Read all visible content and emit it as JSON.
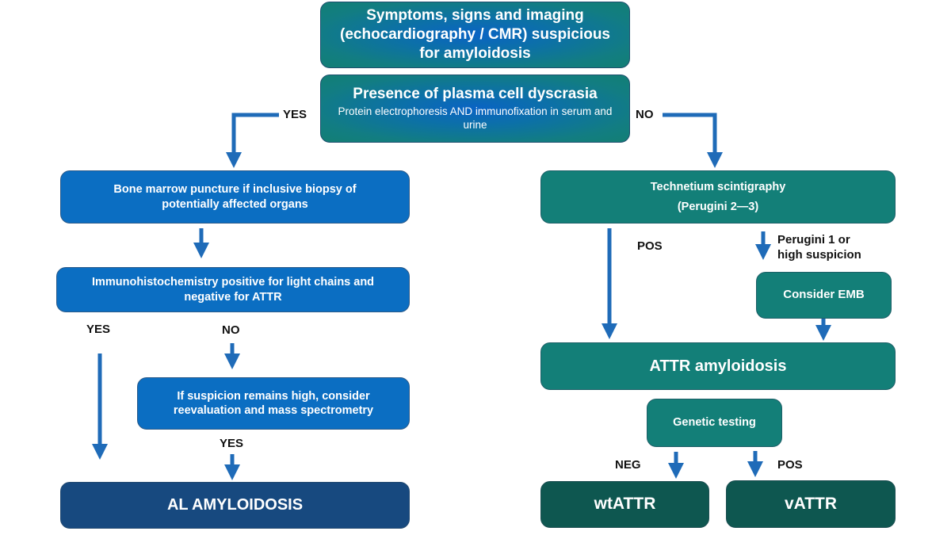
{
  "title_box": {
    "text": "Symptoms, signs and imaging (echocardiography / CMR) suspicious for amyloidosis"
  },
  "dyscrasia_box": {
    "title": "Presence of plasma cell dyscrasia",
    "subtitle": "Protein electrophoresis AND immunofixation in serum and urine"
  },
  "left_branch": {
    "yes_label": "YES",
    "bone_marrow": "Bone marrow puncture if inclusive biopsy of potentially affected organs",
    "immunohisto": "Immunohistochemistry positive for light chains and negative for ATTR",
    "yes_label_2": "YES",
    "no_label": "NO",
    "suspicion": "If suspicion remains high, consider reevaluation and mass spectrometry",
    "yes_label_3": "YES",
    "result": "AL AMYLOIDOSIS"
  },
  "right_branch": {
    "no_label": "NO",
    "scintigraphy_line1": "Technetium scintigraphy",
    "scintigraphy_line2": "(Perugini 2—3)",
    "pos_label": "POS",
    "perugini_label_line1": "Perugini 1 or",
    "perugini_label_line2": "high suspicion",
    "emb": "Consider EMB",
    "attr": "ATTR amyloidosis",
    "genetic": "Genetic testing",
    "neg_label": "NEG",
    "pos_label_2": "POS",
    "wt": "wtATTR",
    "v": "vATTR"
  },
  "colors": {
    "arrow": "#1f6bb8",
    "blue_box": "#0b6ec2",
    "navy_box": "#17497f",
    "teal_box": "#137f78",
    "dark_teal_box": "#0e5750"
  }
}
